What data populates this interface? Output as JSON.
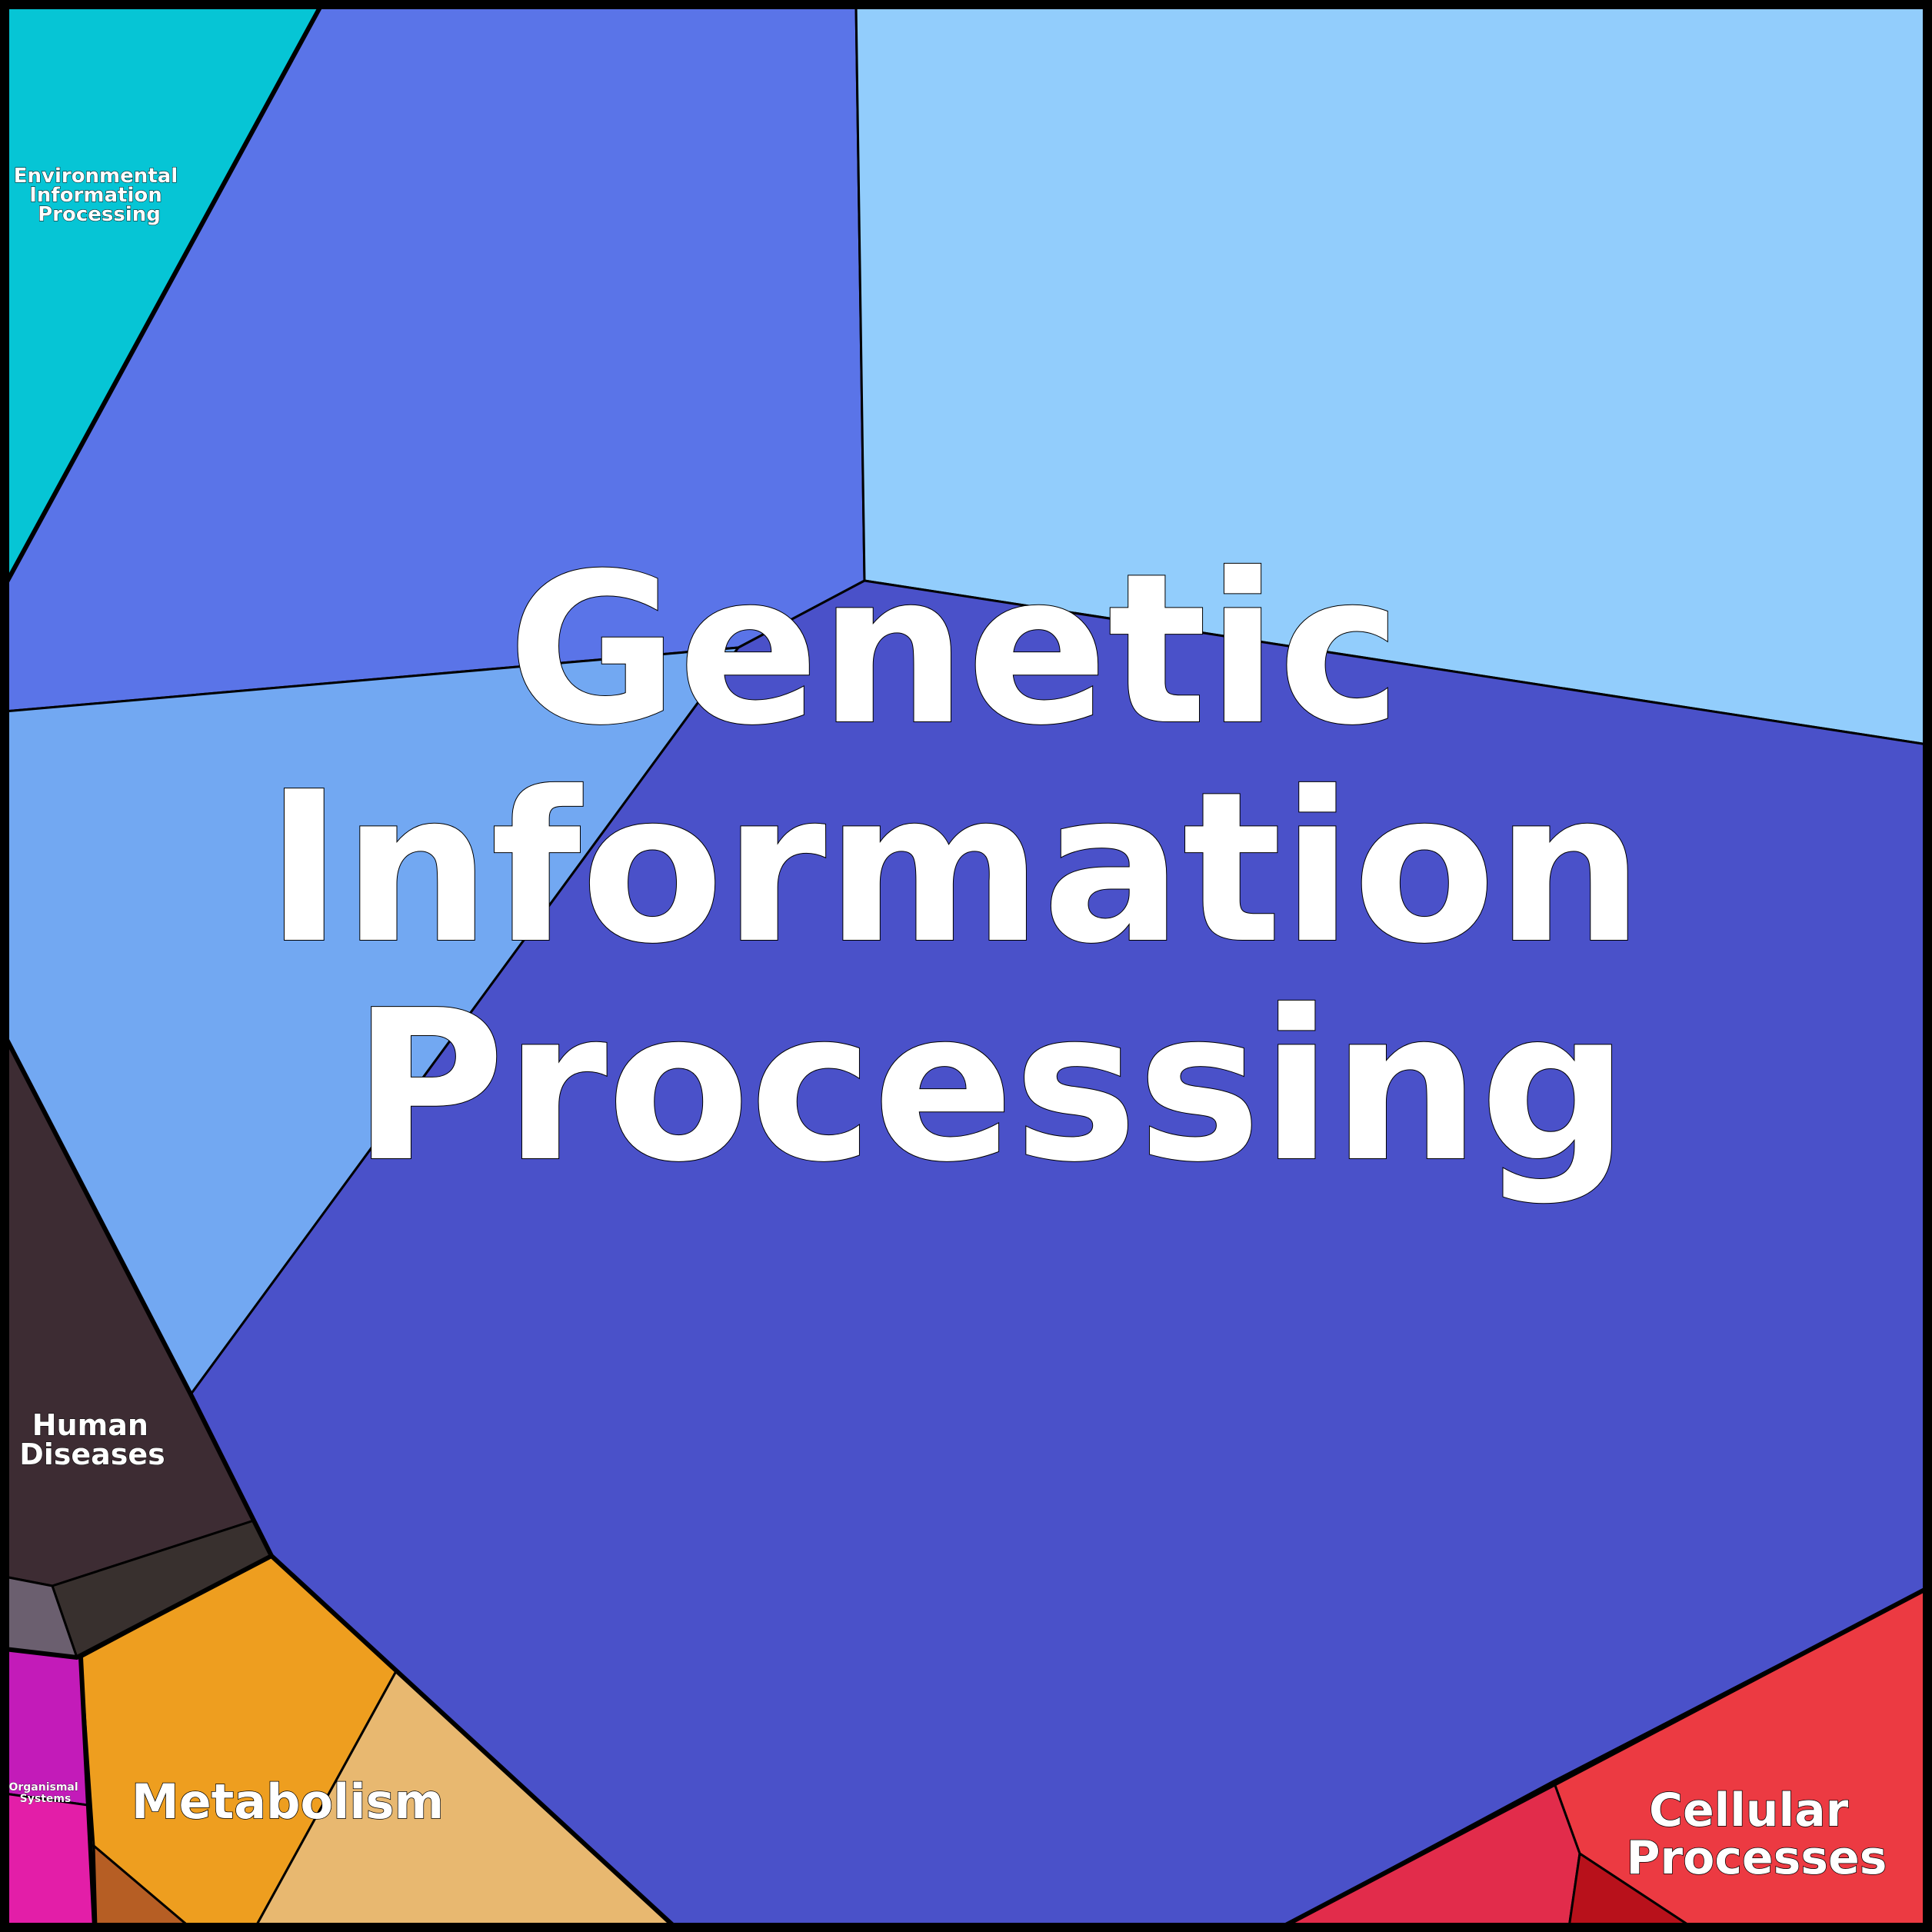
{
  "treemap": {
    "groups": [
      {
        "name": "Genetic Information Processing",
        "label_lines": [
          "Genetic",
          "Information",
          "Processing"
        ],
        "cells": [
          {
            "id": "gip-1",
            "color": "#5A74E8"
          },
          {
            "id": "gip-2",
            "color": "#92CDFC"
          },
          {
            "id": "gip-3",
            "color": "#72A8F2"
          },
          {
            "id": "gip-4",
            "color": "#4A51C9"
          }
        ]
      },
      {
        "name": "Environmental Information Processing",
        "label_lines": [
          "Environmental",
          "Information",
          "Processing"
        ],
        "cells": [
          {
            "id": "eip-1",
            "color": "#06C5D5"
          }
        ]
      },
      {
        "name": "Human Diseases",
        "label_lines": [
          "Human",
          "Diseases"
        ],
        "cells": [
          {
            "id": "hd-1",
            "color": "#3D2C33"
          },
          {
            "id": "hd-2",
            "color": "#38302E"
          },
          {
            "id": "hd-3",
            "color": "#6B5F6F"
          }
        ]
      },
      {
        "name": "Organismal Systems",
        "label_lines": [
          "Organismal",
          "Systems"
        ],
        "cells": [
          {
            "id": "os-1",
            "color": "#C31BB9"
          },
          {
            "id": "os-2",
            "color": "#E31EA8"
          }
        ]
      },
      {
        "name": "Metabolism",
        "label_lines": [
          "Metabolism"
        ],
        "cells": [
          {
            "id": "met-1",
            "color": "#EE9E1F"
          },
          {
            "id": "met-2",
            "color": "#E8B870"
          },
          {
            "id": "met-3",
            "color": "#B65E24"
          }
        ]
      },
      {
        "name": "Cellular Processes",
        "label_lines": [
          "Cellular",
          "Processes"
        ],
        "cells": [
          {
            "id": "cp-1",
            "color": "#EC3A42"
          },
          {
            "id": "cp-2",
            "color": "#E22C4B"
          },
          {
            "id": "cp-3",
            "color": "#B8111B"
          }
        ]
      }
    ]
  }
}
